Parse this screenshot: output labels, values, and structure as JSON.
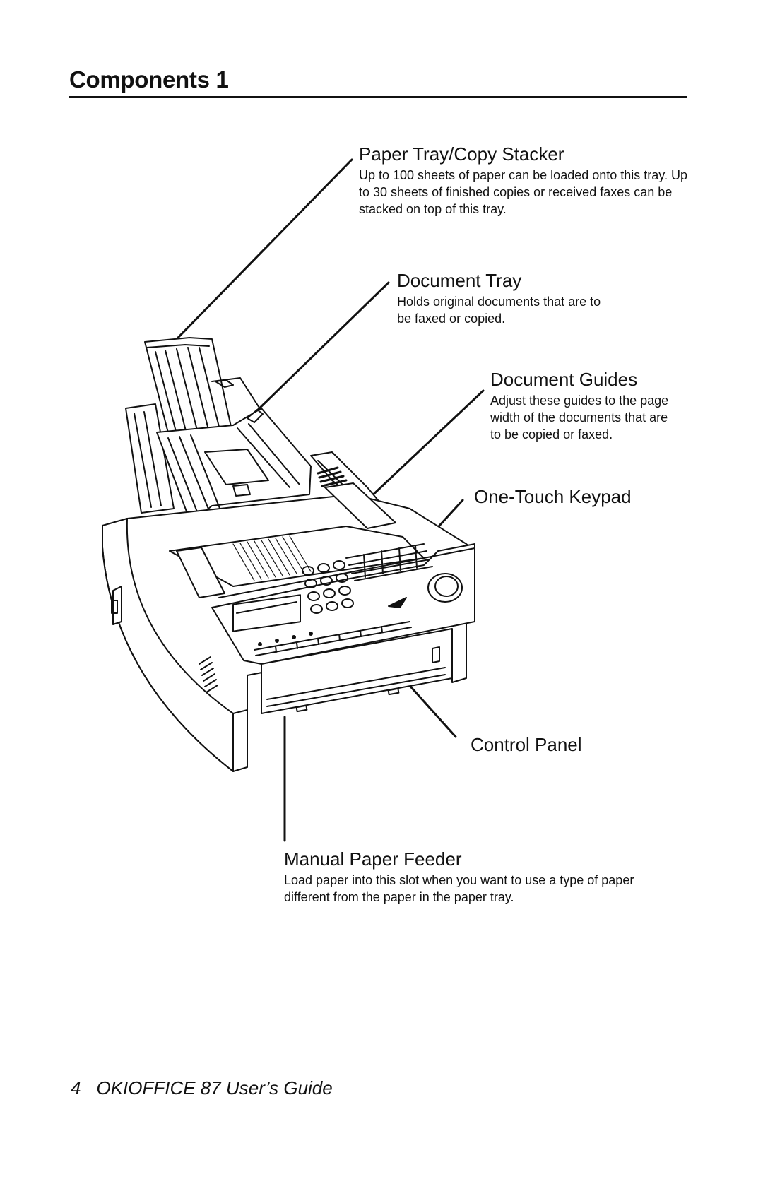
{
  "page": {
    "heading": "Components 1",
    "footer": {
      "page_number": "4",
      "title": "OKIOFFICE 87 User’s Guide"
    }
  },
  "callouts": {
    "paper_tray": {
      "title": "Paper Tray/Copy Stacker",
      "desc": "Up to 100 sheets of paper can be loaded onto this tray. Up to 30 sheets of finished copies or received faxes can be stacked on top of this tray."
    },
    "document_tray": {
      "title": "Document Tray",
      "desc": "Holds original documents that are to be faxed or copied."
    },
    "document_guides": {
      "title": "Document Guides",
      "desc": "Adjust these guides to the page width of the documents that are to be copied or faxed."
    },
    "one_touch_keypad": {
      "title": "One-Touch Keypad"
    },
    "control_panel": {
      "title": "Control Panel"
    },
    "manual_paper_feeder": {
      "title": "Manual Paper Feeder",
      "desc": "Load paper into this slot when you want to use a type of paper different from the paper in the paper tray."
    }
  },
  "colors": {
    "ink": "#111111",
    "paper": "#ffffff"
  }
}
